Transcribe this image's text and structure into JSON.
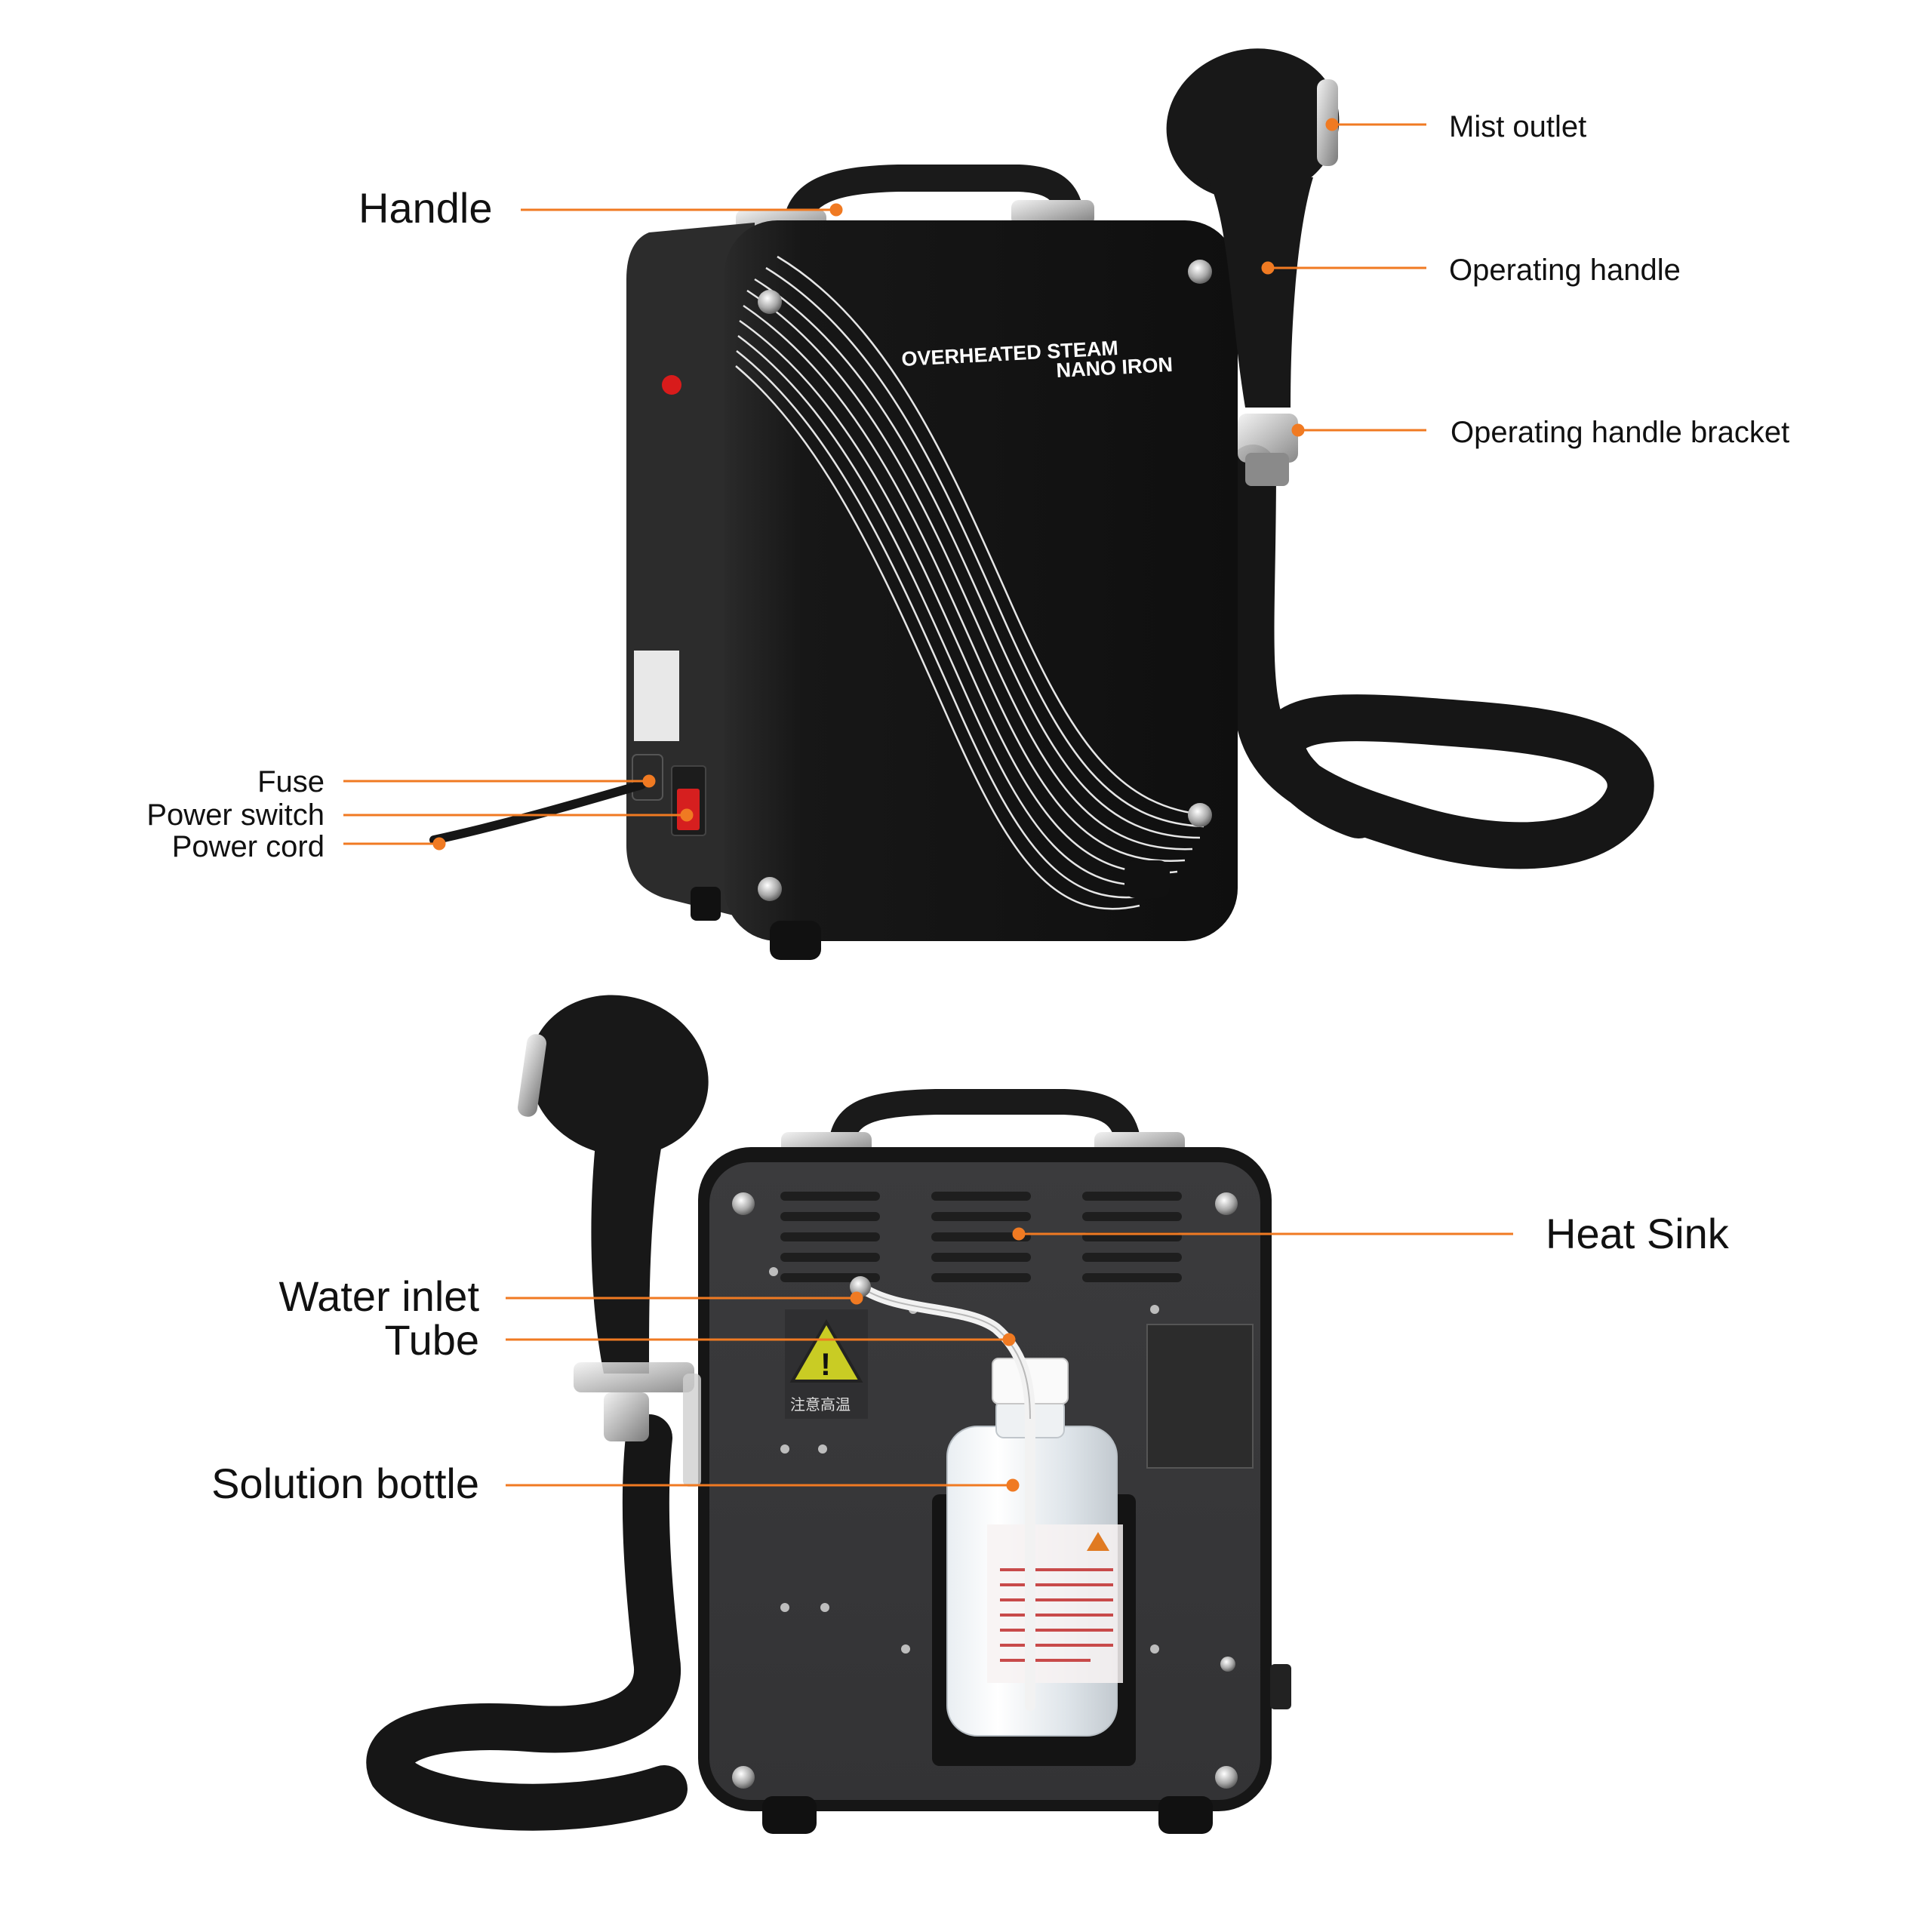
{
  "front_view": {
    "panel_text_line1": "OVERHEATED STEAM",
    "panel_text_line2": "NANO IRON",
    "callouts": {
      "handle": "Handle",
      "mist_outlet": "Mist outlet",
      "operating_handle": "Operating handle",
      "operating_handle_bracket": "Operating handle bracket",
      "fuse": "Fuse",
      "power_switch": "Power switch",
      "power_cord": "Power cord"
    }
  },
  "back_view": {
    "warning_label_text": "注意高温",
    "callouts": {
      "heat_sink": "Heat Sink",
      "water_inlet": "Water inlet",
      "tube": "Tube",
      "solution_bottle": "Solution bottle"
    }
  },
  "colors": {
    "leader_line": "#f07a22",
    "body": "#1b1b1b",
    "back_panel": "#3a3a3c",
    "metal": "#c9c9c9",
    "warning_yellow": "#d8cf2a"
  }
}
